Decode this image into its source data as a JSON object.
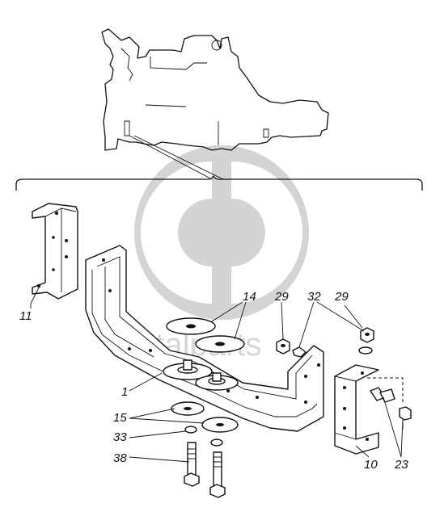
{
  "watermark": {
    "text": "catalparts",
    "logo_color": "#d4d4d4"
  },
  "callouts": [
    {
      "id": "c11",
      "label": "11"
    },
    {
      "id": "c14",
      "label": "14"
    },
    {
      "id": "c29a",
      "label": "29"
    },
    {
      "id": "c32",
      "label": "32"
    },
    {
      "id": "c29b",
      "label": "29"
    },
    {
      "id": "c1",
      "label": "1"
    },
    {
      "id": "c15",
      "label": "15"
    },
    {
      "id": "c33",
      "label": "33"
    },
    {
      "id": "c38",
      "label": "38"
    },
    {
      "id": "c10",
      "label": "10"
    },
    {
      "id": "c23",
      "label": "23"
    }
  ]
}
